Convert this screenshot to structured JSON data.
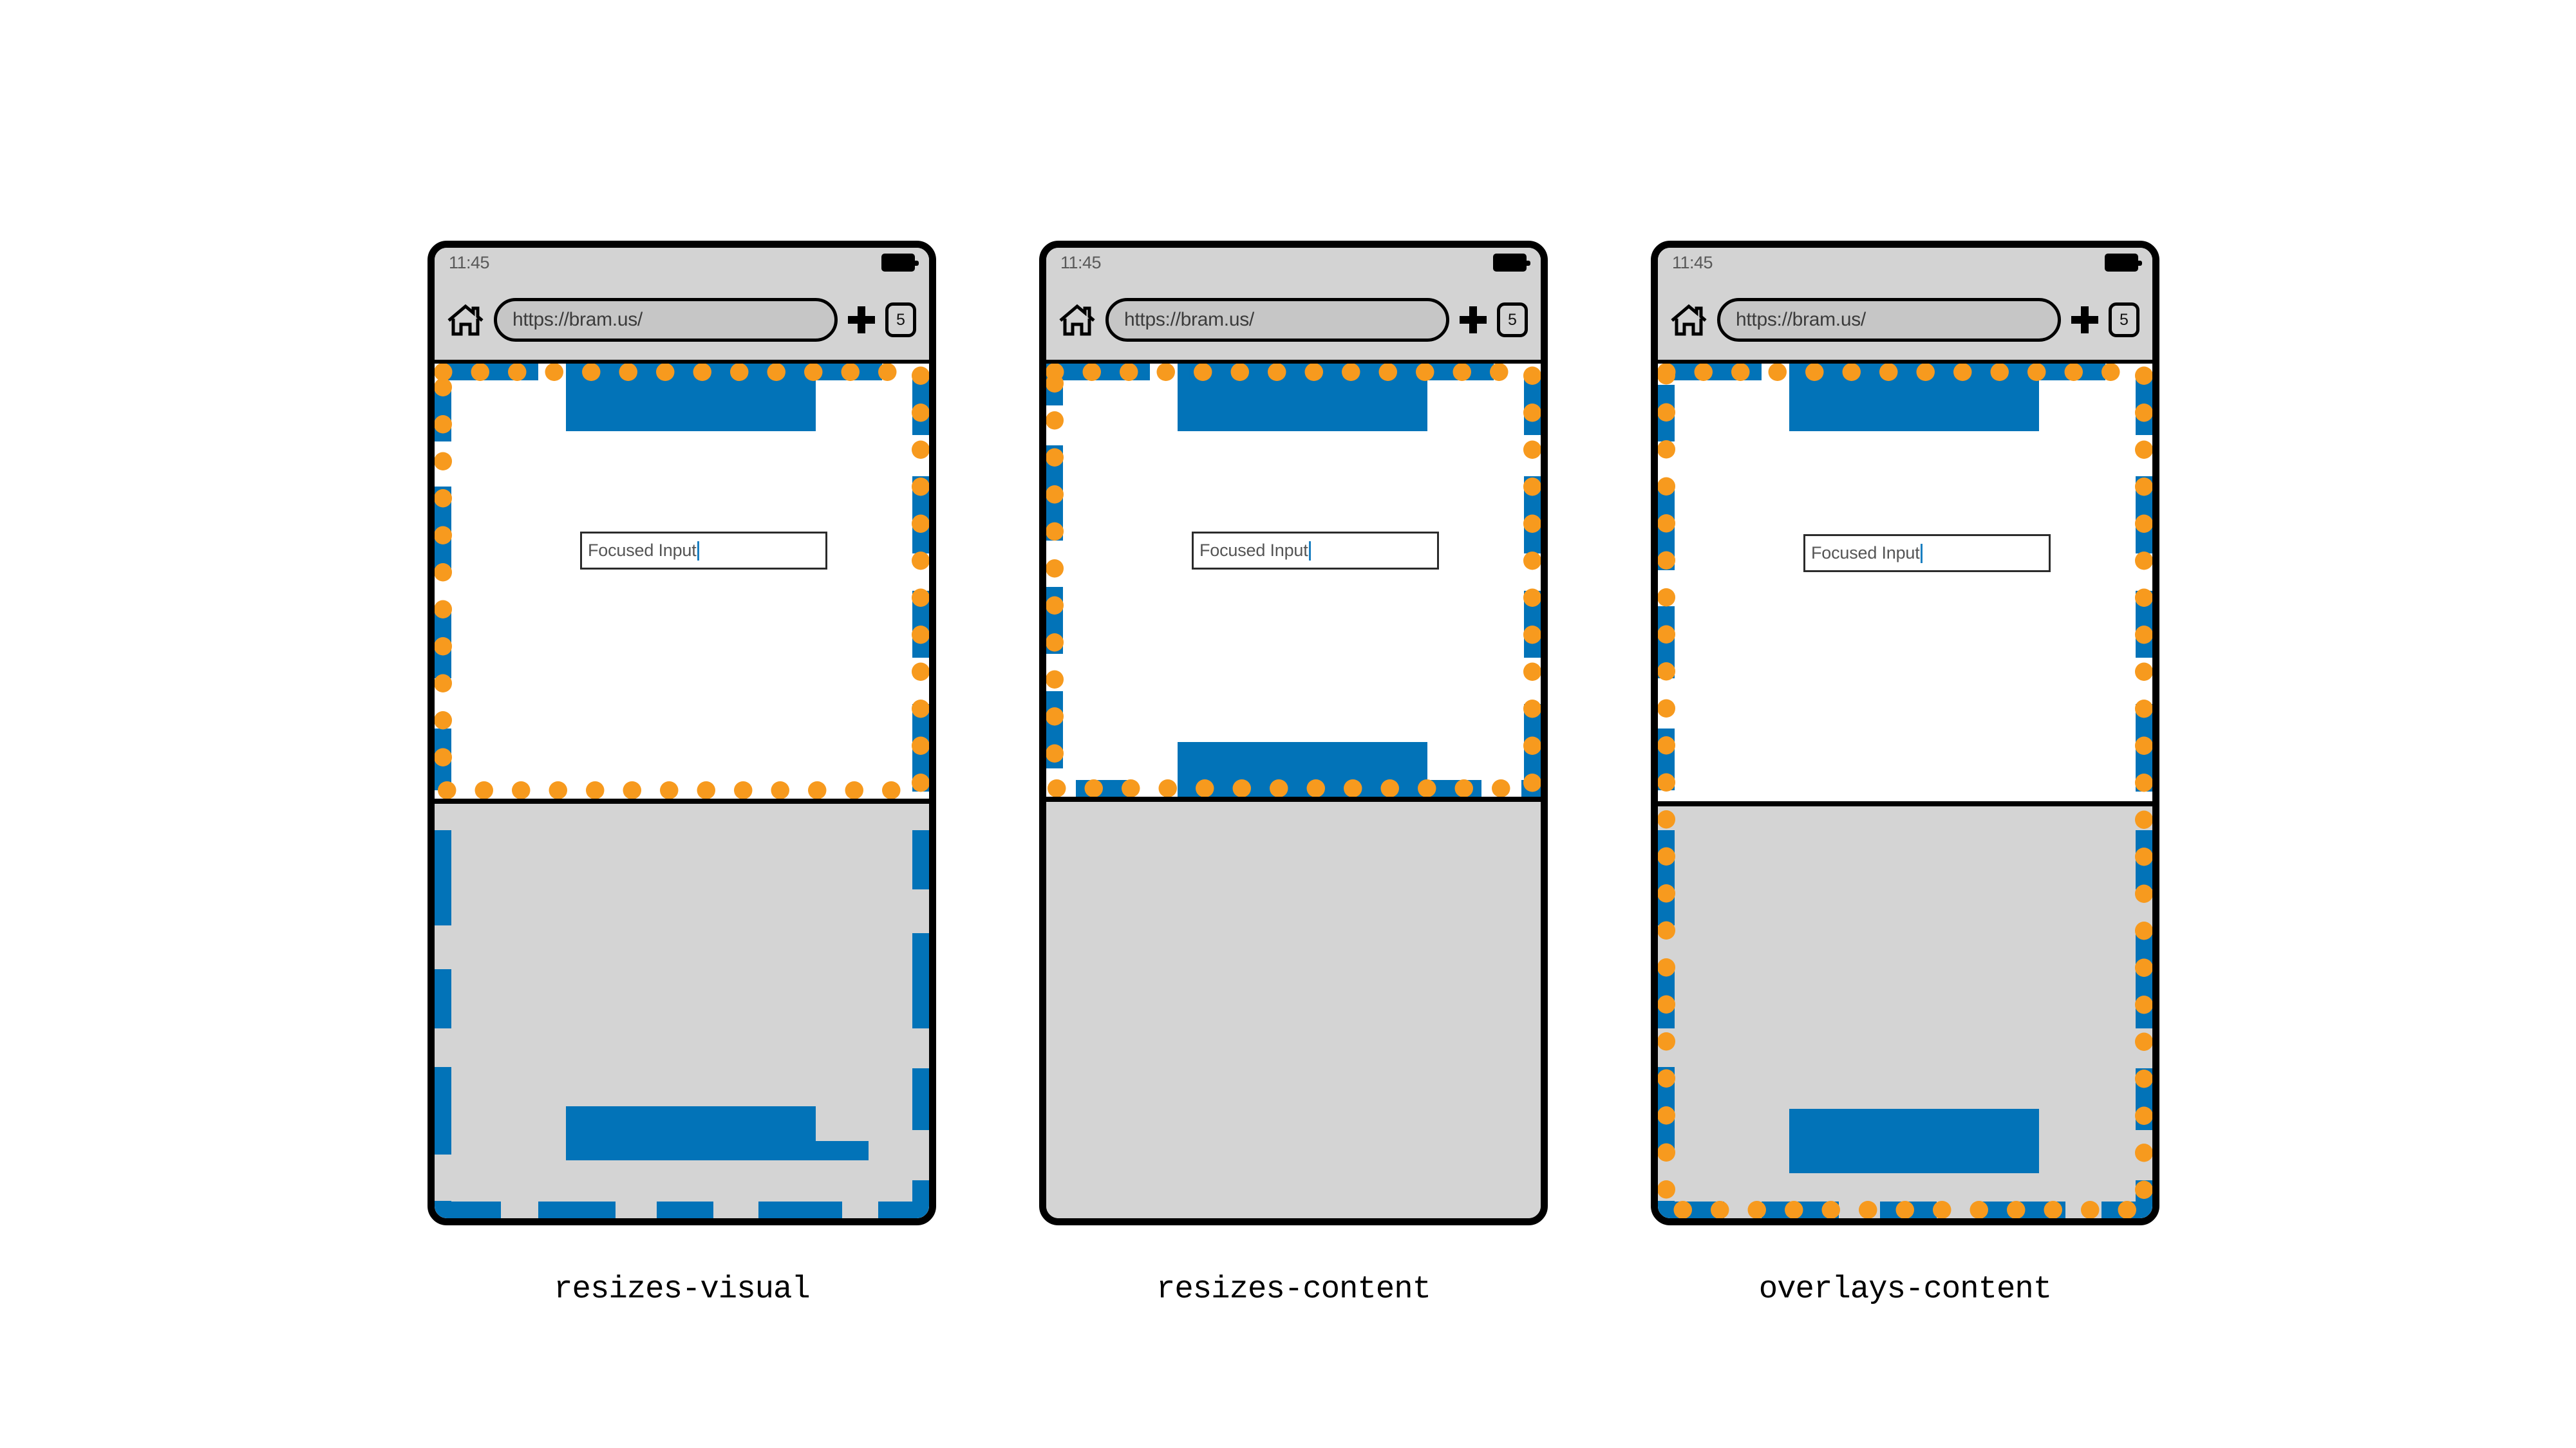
{
  "figure": {
    "title": "Virtual Keyboard viewport behaviour comparison",
    "colors": {
      "highlight_blue": "#0273b8",
      "dot_orange": "#f79a1e",
      "chrome_gray": "#d3d3d3",
      "keyboard_gray": "#d4d4d4",
      "frame_black": "#000000",
      "caret_blue": "#1a7fc1"
    }
  },
  "phones": [
    {
      "id": "resizes-visual",
      "caption": "resizes-visual",
      "status": {
        "clock": "11:45",
        "battery_icon": "battery-full-icon"
      },
      "toolbar": {
        "home_icon": "home-icon",
        "url": "https://bram.us/",
        "new_tab_icon": "plus-icon",
        "tab_count": "5"
      },
      "content": {
        "input_value": "Focused Input",
        "caret": true
      },
      "keyboard_visible": true,
      "highlight_extends_to": "full-screen",
      "dots_extend_to": "visual-viewport"
    },
    {
      "id": "resizes-content",
      "caption": "resizes-content",
      "status": {
        "clock": "11:45",
        "battery_icon": "battery-full-icon"
      },
      "toolbar": {
        "home_icon": "home-icon",
        "url": "https://bram.us/",
        "new_tab_icon": "plus-icon",
        "tab_count": "5"
      },
      "content": {
        "input_value": "Focused Input",
        "caret": true
      },
      "keyboard_visible": true,
      "highlight_extends_to": "visual-viewport",
      "dots_extend_to": "visual-viewport"
    },
    {
      "id": "overlays-content",
      "caption": "overlays-content",
      "status": {
        "clock": "11:45",
        "battery_icon": "battery-full-icon"
      },
      "toolbar": {
        "home_icon": "home-icon",
        "url": "https://bram.us/",
        "new_tab_icon": "plus-icon",
        "tab_count": "5"
      },
      "content": {
        "input_value": "Focused Input",
        "caret": true
      },
      "keyboard_visible": true,
      "highlight_extends_to": "full-screen",
      "dots_extend_to": "full-screen"
    }
  ]
}
